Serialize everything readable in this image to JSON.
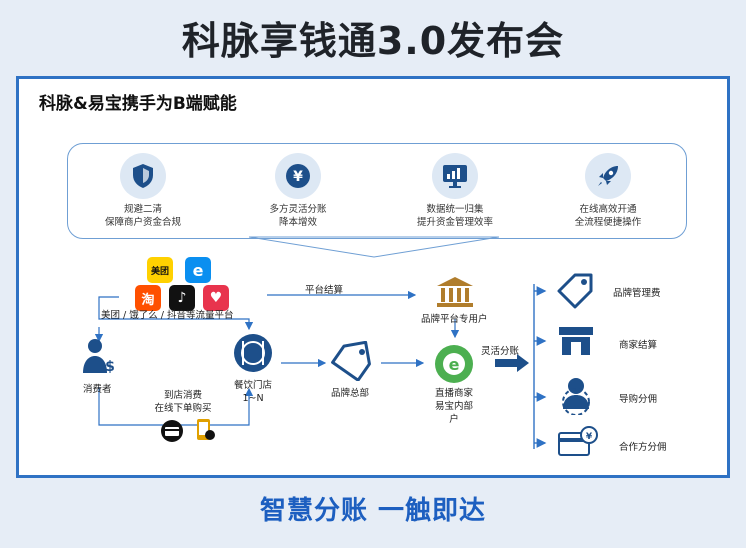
{
  "title": "科脉享钱通3.0发布会",
  "panel_title": "科脉&易宝携手为B端赋能",
  "benefits": [
    {
      "icon": "shield-icon",
      "line1": "规避二清",
      "line2": "保障商户资金合规"
    },
    {
      "icon": "yuan-icon",
      "line1": "多方灵活分账",
      "line2": "降本增效"
    },
    {
      "icon": "monitor-chart-icon",
      "line1": "数据统一归集",
      "line2": "提升资金管理效率"
    },
    {
      "icon": "rocket-icon",
      "line1": "在线高效开通",
      "line2": "全流程便捷操作"
    }
  ],
  "logos": {
    "meituan": "美团",
    "eleme": "e",
    "taobao": "淘",
    "douyin": "♪",
    "heart": "♥"
  },
  "flow": {
    "platform_label": "美团 / 饿了么 / 抖音等流量平台",
    "consumer": "消费者",
    "restaurant_line1": "餐饮门店",
    "restaurant_line2": "1~N",
    "instore_line1": "到店消费",
    "instore_line2": "在线下单购买",
    "platform_settlement": "平台结算",
    "brand_hq": "品牌总部",
    "brand_account": "品牌平台专用户",
    "live_line1": "直播商家",
    "live_line2": "易宝内部",
    "live_line3": "户",
    "flexible_split": "灵活分账",
    "outputs": [
      "品牌管理费",
      "商家结算",
      "导购分佣",
      "合作方分佣"
    ]
  },
  "slogan": "智慧分账 一触即达",
  "colors": {
    "accent": "#2f72c4",
    "icon": "#1d4f8a",
    "green": "#4caf50"
  }
}
